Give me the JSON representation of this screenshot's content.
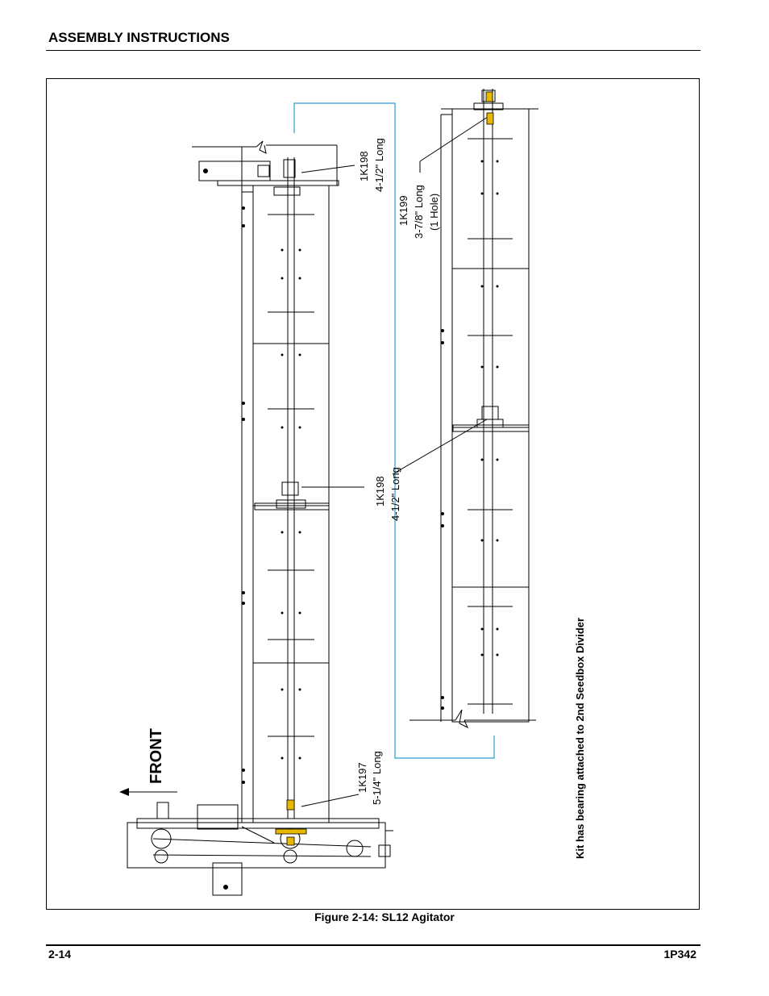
{
  "header": {
    "title": "ASSEMBLY INSTRUCTIONS"
  },
  "figure": {
    "caption": "Figure 2-14:  SL12 Agitator",
    "direction_label": "FRONT",
    "callouts": {
      "c1_line1": "1K198",
      "c1_line2": "4-1/2\" Long",
      "c2_line1": "1K199",
      "c2_line2": "3-7/8\" Long",
      "c2_line3": "(1 Hole)",
      "c3_line1": "1K198",
      "c3_line2": "4-1/2\" Long",
      "c4_line1": "1K197",
      "c4_line2": "5-1/4\" Long"
    },
    "note": "Kit has bearing attached to 2nd Seedbox Divider",
    "accent_color": "#2a9fd6",
    "part_color": "#e6b800"
  },
  "footer": {
    "page_number": "2-14",
    "doc_number": "1P342"
  }
}
